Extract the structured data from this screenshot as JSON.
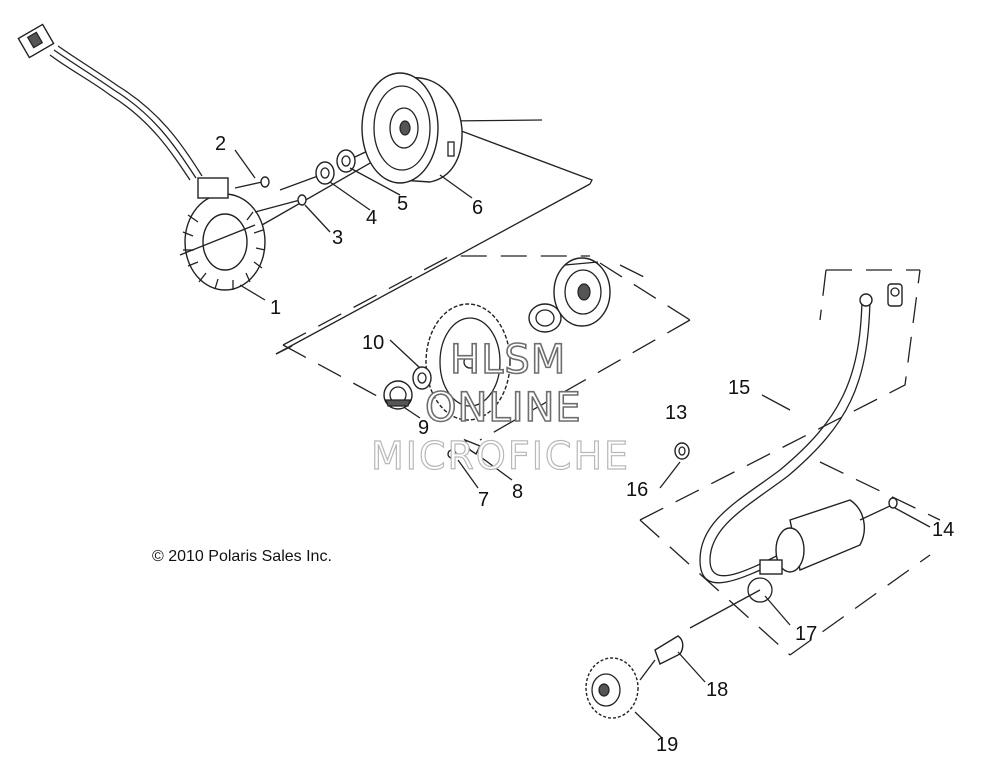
{
  "copyright": "© 2010 Polaris Sales Inc.",
  "watermark": {
    "line1": "HLSM",
    "line2": "ONLINE",
    "line3": "MICROFICHE"
  },
  "callouts": {
    "c1": "1",
    "c2": "2",
    "c3": "3",
    "c4": "4",
    "c5": "5",
    "c6": "6",
    "c7": "7",
    "c8": "8",
    "c9": "9",
    "c10": "10",
    "c13": "13",
    "c14": "14",
    "c15": "15",
    "c16": "16",
    "c17": "17",
    "c18": "18",
    "c19": "19"
  }
}
